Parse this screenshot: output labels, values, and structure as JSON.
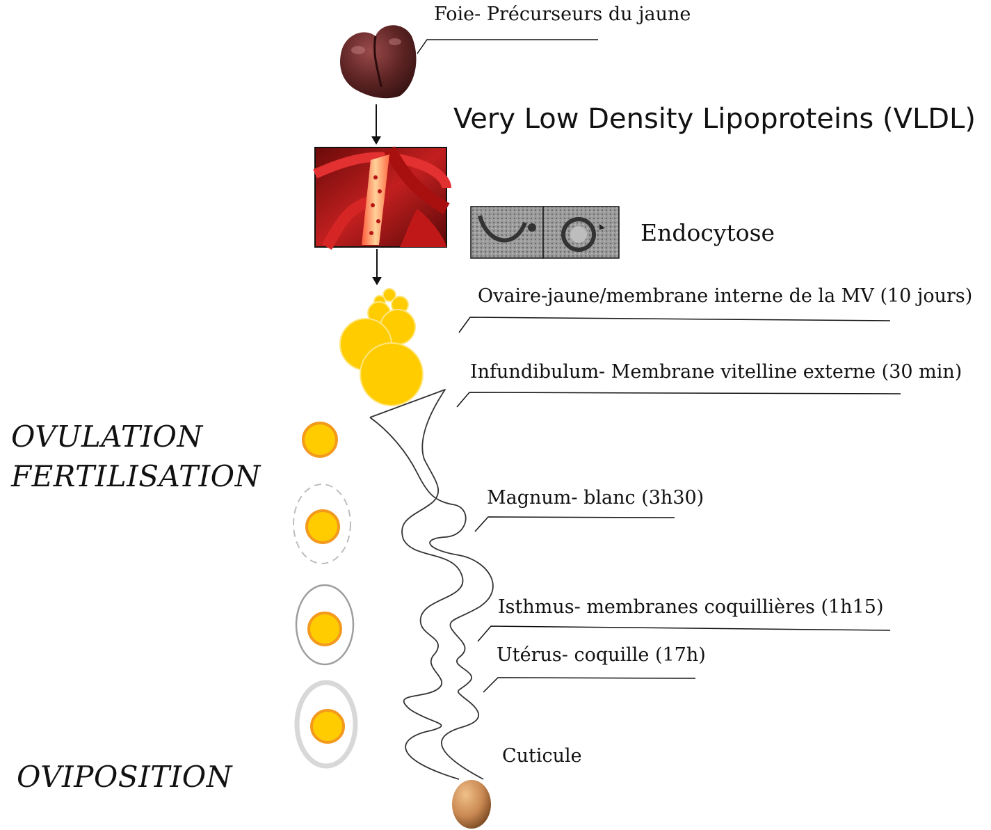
{
  "labels": {
    "liver": "Foie- Précurseurs du jaune",
    "vldl": "Very Low Density Lipoproteins (VLDL)",
    "endocytose": "Endocytose",
    "ovary": "Ovaire-jaune/membrane interne de la MV (10 jours)",
    "infundibulum": "Infundibulum- Membrane vitelline externe (30 min)",
    "magnum": "Magnum- blanc (3h30)",
    "isthmus": "Isthmus- membranes coquillières (1h15)",
    "uterus": "Utérus- coquille (17h)",
    "cuticle": "Cuticule"
  },
  "stages": {
    "ovulation": "OVULATION",
    "fertilisation": "FERTILISATION",
    "oviposition": "OVIPOSITION"
  },
  "colors": {
    "yolk": "#FFCC00",
    "yolk_outline": "#F39A1E",
    "liver": "#6B2A2A",
    "artery": "#B81515",
    "egg_shell": "#C98852"
  }
}
